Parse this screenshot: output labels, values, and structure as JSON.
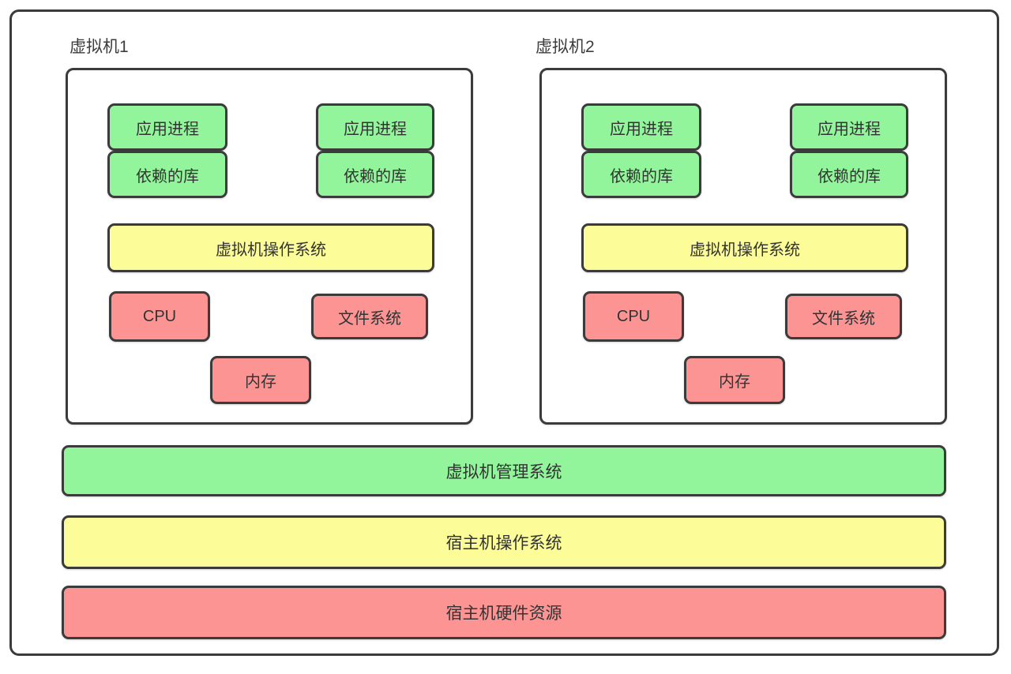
{
  "colors": {
    "green": "#93F59B",
    "yellow": "#FCFC99",
    "red": "#FC9494",
    "border": "#3b3b3b",
    "text": "#333333"
  },
  "vms": [
    {
      "title": "虚拟机1",
      "pairs": [
        {
          "app": "应用进程",
          "lib": "依赖的库"
        },
        {
          "app": "应用进程",
          "lib": "依赖的库"
        }
      ],
      "os": "虚拟机操作系统",
      "cpu": "CPU",
      "fs": "文件系统",
      "mem": "内存"
    },
    {
      "title": "虚拟机2",
      "pairs": [
        {
          "app": "应用进程",
          "lib": "依赖的库"
        },
        {
          "app": "应用进程",
          "lib": "依赖的库"
        }
      ],
      "os": "虚拟机操作系统",
      "cpu": "CPU",
      "fs": "文件系统",
      "mem": "内存"
    }
  ],
  "layers": [
    {
      "label": "虚拟机管理系统",
      "color": "#93F59B"
    },
    {
      "label": "宿主机操作系统",
      "color": "#FCFC99"
    },
    {
      "label": "宿主机硬件资源",
      "color": "#FC9494"
    }
  ]
}
